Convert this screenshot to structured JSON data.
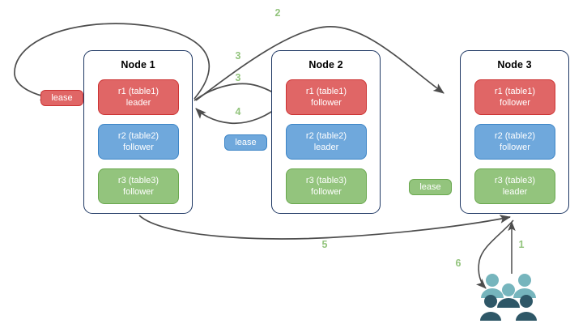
{
  "diagram": {
    "title": "Distributed SQL lease and replica routing diagram",
    "colors": {
      "replica_red": "#e06666",
      "replica_red_border": "#cc3333",
      "replica_blue": "#6fa8dc",
      "replica_blue_border": "#3d85c6",
      "replica_green": "#93c47d",
      "replica_green_border": "#6aa84f",
      "node_border": "#1f3864",
      "arrow": "#4d4d4d",
      "step_label": "#93c47d",
      "user_light": "#76b5bd",
      "user_dark": "#2e5767"
    }
  },
  "nodes": [
    {
      "title": "Node 1",
      "replicas": [
        {
          "name": "r1 (table1)",
          "role": "leader",
          "color": "red"
        },
        {
          "name": "r2 (table2)",
          "role": "follower",
          "color": "blue"
        },
        {
          "name": "r3 (table3)",
          "role": "follower",
          "color": "green"
        }
      ]
    },
    {
      "title": "Node 2",
      "replicas": [
        {
          "name": "r1 (table1)",
          "role": "follower",
          "color": "red"
        },
        {
          "name": "r2 (table2)",
          "role": "leader",
          "color": "blue"
        },
        {
          "name": "r3 (table3)",
          "role": "follower",
          "color": "green"
        }
      ]
    },
    {
      "title": "Node 3",
      "replicas": [
        {
          "name": "r1 (table1)",
          "role": "follower",
          "color": "red"
        },
        {
          "name": "r2 (table2)",
          "role": "follower",
          "color": "blue"
        },
        {
          "name": "r3 (table3)",
          "role": "leader",
          "color": "green"
        }
      ]
    }
  ],
  "leases": [
    {
      "label": "lease",
      "color": "red"
    },
    {
      "label": "lease",
      "color": "blue"
    },
    {
      "label": "lease",
      "color": "green"
    }
  ],
  "steps": [
    {
      "id": "1",
      "label": "1"
    },
    {
      "id": "2",
      "label": "2"
    },
    {
      "id": "3a",
      "label": "3"
    },
    {
      "id": "3b",
      "label": "3"
    },
    {
      "id": "4",
      "label": "4"
    },
    {
      "id": "5",
      "label": "5"
    },
    {
      "id": "6",
      "label": "6"
    }
  ]
}
